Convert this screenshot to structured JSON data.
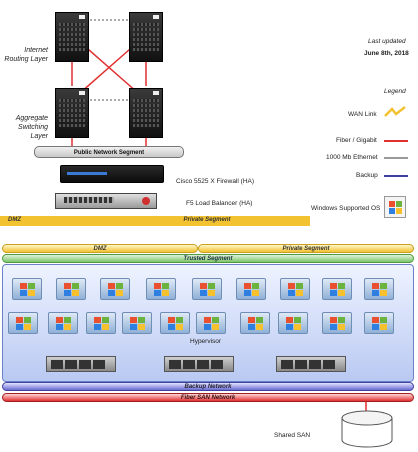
{
  "top": {
    "internet_layer_label": "Internet Routing Layer",
    "aggregate_layer_label": "Aggregate Switching Layer",
    "public_segment": "Public Network Segment",
    "firewall_label": "Cisco 5525 X Firewall (HA)",
    "balancer_label": "F5 Load Balancer (HA)",
    "last_updated_label": "Last updated",
    "last_updated_date": "June 8th, 2018"
  },
  "legend": {
    "title": "Legend",
    "items": [
      {
        "label": "WAN Link",
        "color": "#f2c230"
      },
      {
        "label": "Fiber / Gigabit",
        "color": "#e03030"
      },
      {
        "label": "1000 Mb Ethernet",
        "color": "#9a9a9a"
      },
      {
        "label": "Backup",
        "color": "#4040a0"
      },
      {
        "label": "Windows Supported OS",
        "color": "#3a7bd5"
      }
    ]
  },
  "bottom": {
    "dmz_label": "DMZ",
    "private_label": "Private Segment",
    "trusted_label": "Trusted Segment",
    "hypervisor_label": "Hypervisor",
    "backup_network_label": "Backup Network",
    "fiber_san_label": "Fiber SAN Network",
    "shared_san_label": "Shared SAN"
  },
  "top_strip": {
    "dmz_label": "DMZ",
    "private_label": "Private Segment"
  }
}
